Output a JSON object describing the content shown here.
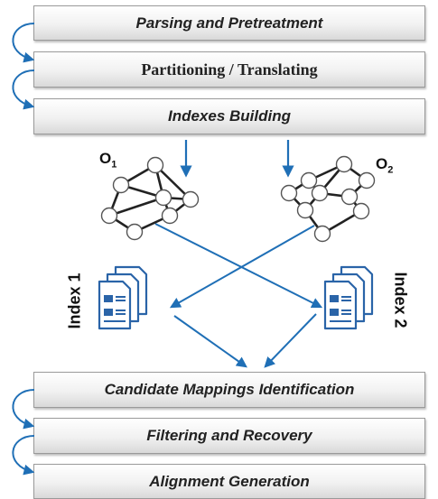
{
  "steps": [
    {
      "label": "Parsing and Pretreatment"
    },
    {
      "label": "Partitioning / Translating"
    },
    {
      "label": "Indexes Building"
    },
    {
      "label": "Candidate Mappings Identification"
    },
    {
      "label": "Filtering and Recovery"
    },
    {
      "label": "Alignment Generation"
    }
  ],
  "ontologies": [
    {
      "letter": "O",
      "sub": "1"
    },
    {
      "letter": "O",
      "sub": "2"
    }
  ],
  "indexes": [
    {
      "label": "Index 1"
    },
    {
      "label": "Index 2"
    }
  ],
  "colors": {
    "arrow": "#1f6fb6",
    "icon": "#2a64a8",
    "node_stroke": "#555555"
  }
}
